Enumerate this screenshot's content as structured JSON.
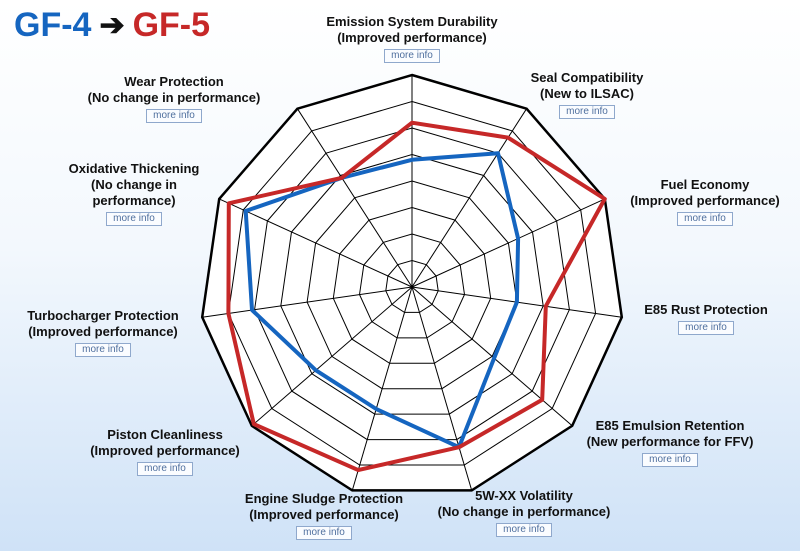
{
  "legend": {
    "from_label": "GF-4",
    "arrow": "➔",
    "to_label": "GF-5",
    "from_color": "#1565c0",
    "to_color": "#c62828"
  },
  "more_info_label": "more info",
  "chart_data": {
    "type": "radar",
    "rings": 8,
    "rmax": 8,
    "axes": [
      {
        "line1": "Emission System Durability",
        "line2": "(Improved performance)",
        "line3": ""
      },
      {
        "line1": "Seal Compatibility",
        "line2": "(New to ILSAC)",
        "line3": ""
      },
      {
        "line1": "Fuel Economy",
        "line2": "(Improved performance)",
        "line3": ""
      },
      {
        "line1": "E85 Rust Protection",
        "line2": "",
        "line3": ""
      },
      {
        "line1": "E85 Emulsion Retention",
        "line2": "(New performance for FFV)",
        "line3": ""
      },
      {
        "line1": "5W-XX Volatility",
        "line2": "(No change in performance)",
        "line3": ""
      },
      {
        "line1": "Engine Sludge Protection",
        "line2": "(Improved performance)",
        "line3": ""
      },
      {
        "line1": "Piston Cleanliness",
        "line2": "(Improved performance)",
        "line3": ""
      },
      {
        "line1": "Turbocharger Protection",
        "line2": "(Improved performance)",
        "line3": ""
      },
      {
        "line1": "Oxidative Thickening",
        "line2": "(No change in",
        "line3": "performance)"
      },
      {
        "line1": "Wear Protection",
        "line2": "(No change in performance)",
        "line3": ""
      }
    ],
    "series": [
      {
        "name": "GF-4",
        "color": "#1565c0",
        "values": [
          4.8,
          6.0,
          4.4,
          4.0,
          4.1,
          6.3,
          4.8,
          4.8,
          6.1,
          6.9,
          4.9
        ]
      },
      {
        "name": "GF-5",
        "color": "#c62828",
        "values": [
          6.2,
          6.7,
          8.0,
          5.1,
          6.5,
          6.3,
          7.2,
          7.9,
          7.0,
          7.6,
          4.9
        ]
      }
    ]
  }
}
